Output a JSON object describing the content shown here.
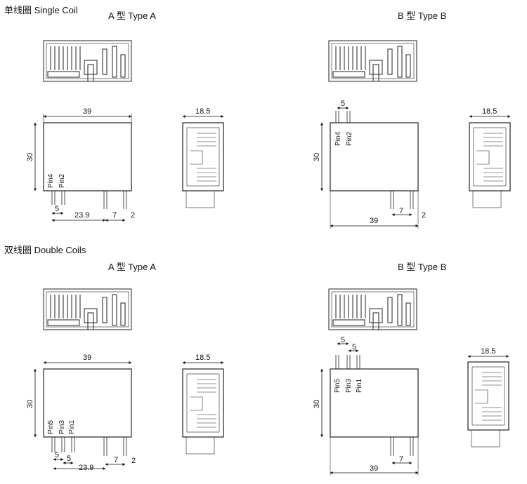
{
  "sections": {
    "single": {
      "title": "单线圈 Single Coil"
    },
    "double": {
      "title": "双线圈 Double Coils"
    }
  },
  "types": {
    "a": "A 型 Type A",
    "b": "B 型 Type B"
  },
  "dims": {
    "width": "39",
    "height": "30",
    "depth": "18.5",
    "pitch": "5",
    "offset": "23.9",
    "gap7": "7",
    "gap2": "2"
  },
  "pins": {
    "p1": "Pin1",
    "p2": "Pin2",
    "p3": "Pin3",
    "p4": "Pin4",
    "p5": "Pin5"
  }
}
